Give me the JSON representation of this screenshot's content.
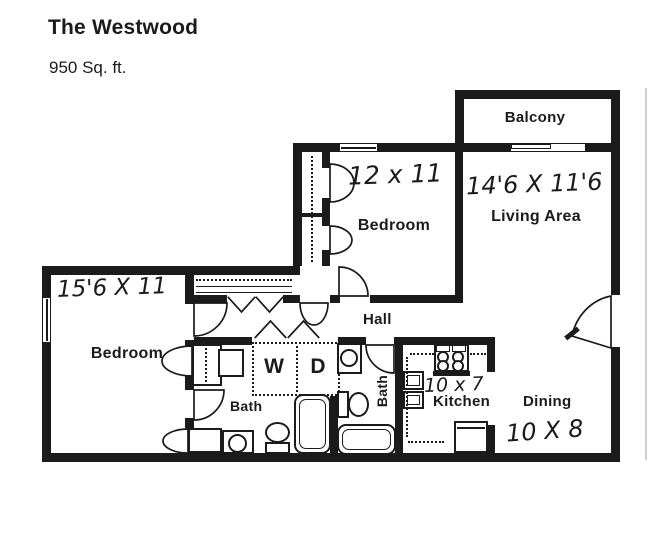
{
  "header": {
    "title": "The Westwood",
    "subtitle": "950 Sq. ft."
  },
  "rooms": {
    "balcony": {
      "label": "Balcony"
    },
    "bedroom2": {
      "label": "Bedroom",
      "dims": "12 x 11"
    },
    "living": {
      "label": "Living Area",
      "dims": "14'6 X 11'6"
    },
    "bedroom1": {
      "label": "Bedroom",
      "dims": "15'6 X 11"
    },
    "hall": {
      "label": "Hall"
    },
    "bath1": {
      "label": "Bath"
    },
    "bath2": {
      "label": "Bath"
    },
    "kitchen": {
      "label": "Kitchen",
      "dims": "10 x 7"
    },
    "dining": {
      "label": "Dining",
      "dims": "10 X 8"
    },
    "laundry": {
      "washer": "W",
      "dryer": "D"
    }
  },
  "colors": {
    "wall": "#1b1b1b",
    "background": "#ffffff"
  }
}
